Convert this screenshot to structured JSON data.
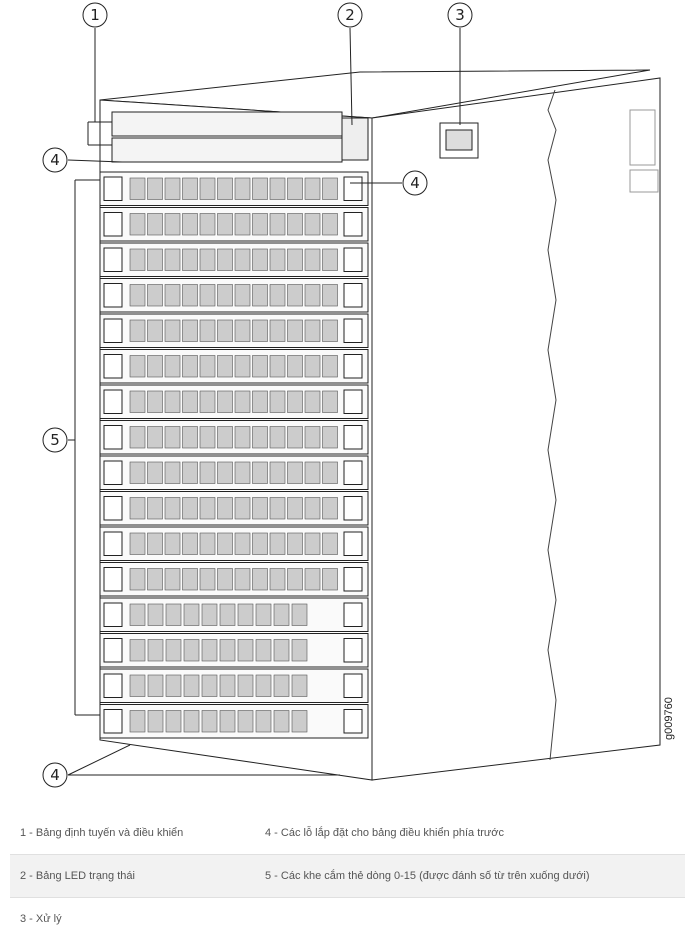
{
  "figure": {
    "id_label": "g009760",
    "callouts": [
      "1",
      "2",
      "3",
      "4",
      "4",
      "5",
      "4"
    ],
    "slot_count": 16
  },
  "legend": {
    "rows": [
      {
        "left": "1 - Bảng định tuyến và điều khiển",
        "right": "4 - Các lỗ lắp đặt cho bảng điều khiển phía trước"
      },
      {
        "left": "2 - Bảng LED trạng thái",
        "right": "5 - Các khe cắm thẻ dòng 0-15 (được đánh số từ trên xuống dưới)"
      },
      {
        "left": "3 - Xử lý",
        "right": ""
      }
    ]
  }
}
